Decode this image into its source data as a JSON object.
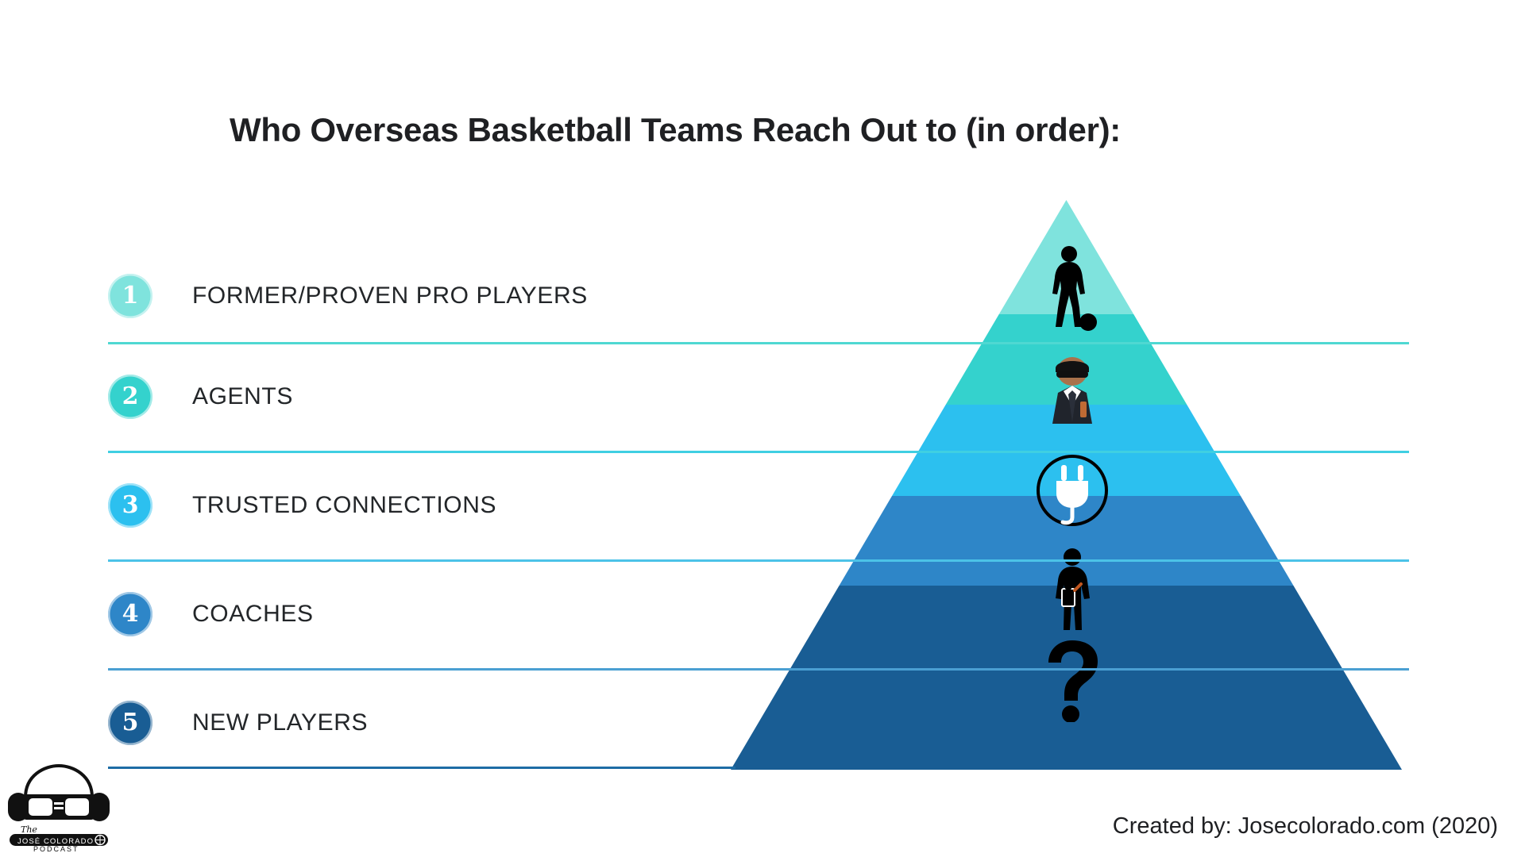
{
  "title": "Who Overseas Basketball Teams Reach Out to (in order):",
  "credit": "Created by: Josecolorado.com (2020)",
  "logo": {
    "script_word": "The",
    "name": "JOSÉ  COLORADO",
    "subtitle": "PODCAST",
    "icon": "glasses-headphones-logo"
  },
  "colors": {
    "background": "#ffffff",
    "title_text": "#1f2023",
    "label_text": "#232629",
    "tier1": "#7fe3dd",
    "tier2": "#34d2cd",
    "tier3": "#2cc0ef",
    "tier4": "#2e86c8",
    "tier5": "#195d94",
    "badge_number_text": "#ffffff"
  },
  "pyramid": {
    "name": "outreach-priority-pyramid",
    "tier_count": 5,
    "orientation": "apex-top",
    "tiers": [
      {
        "rank": 1,
        "color": "#7fe3dd",
        "icon": "basketball-player-icon"
      },
      {
        "rank": 2,
        "color": "#34d2cd",
        "icon": "agent-suit-icon"
      },
      {
        "rank": 3,
        "color": "#2cc0ef",
        "icon": "power-plug-icon"
      },
      {
        "rank": 4,
        "color": "#2e86c8",
        "icon": "coach-clipboard-icon"
      },
      {
        "rank": 5,
        "color": "#195d94",
        "icon": "question-mark-icon"
      }
    ]
  },
  "rows": [
    {
      "number": "1",
      "label": "FORMER/PROVEN PRO PLAYERS",
      "badge_color": "#7fe3dd",
      "rule_color": "#4fd8d2"
    },
    {
      "number": "2",
      "label": "AGENTS",
      "badge_color": "#34d2cd",
      "rule_color": "#3fcfe2"
    },
    {
      "number": "3",
      "label": "TRUSTED CONNECTIONS",
      "badge_color": "#2cc0ef",
      "rule_color": "#4cc3e8"
    },
    {
      "number": "4",
      "label": "COACHES",
      "badge_color": "#2e86c8",
      "rule_color": "#4a9fd2"
    },
    {
      "number": "5",
      "label": "NEW PLAYERS",
      "badge_color": "#195d94",
      "rule_color": "#1d6ca5"
    }
  ],
  "chart_data": {
    "type": "pyramid",
    "title": "Who Overseas Basketball Teams Reach Out to (in order):",
    "categories": [
      "FORMER/PROVEN PRO PLAYERS",
      "AGENTS",
      "TRUSTED CONNECTIONS",
      "COACHES",
      "NEW PLAYERS"
    ],
    "values": [
      1,
      2,
      3,
      4,
      5
    ],
    "value_meaning": "outreach priority rank (1 = contacted first)",
    "xlabel": "",
    "ylabel": "",
    "legend": "none",
    "grid": false,
    "annotations": [
      "Created by: Josecolorado.com (2020)"
    ]
  }
}
